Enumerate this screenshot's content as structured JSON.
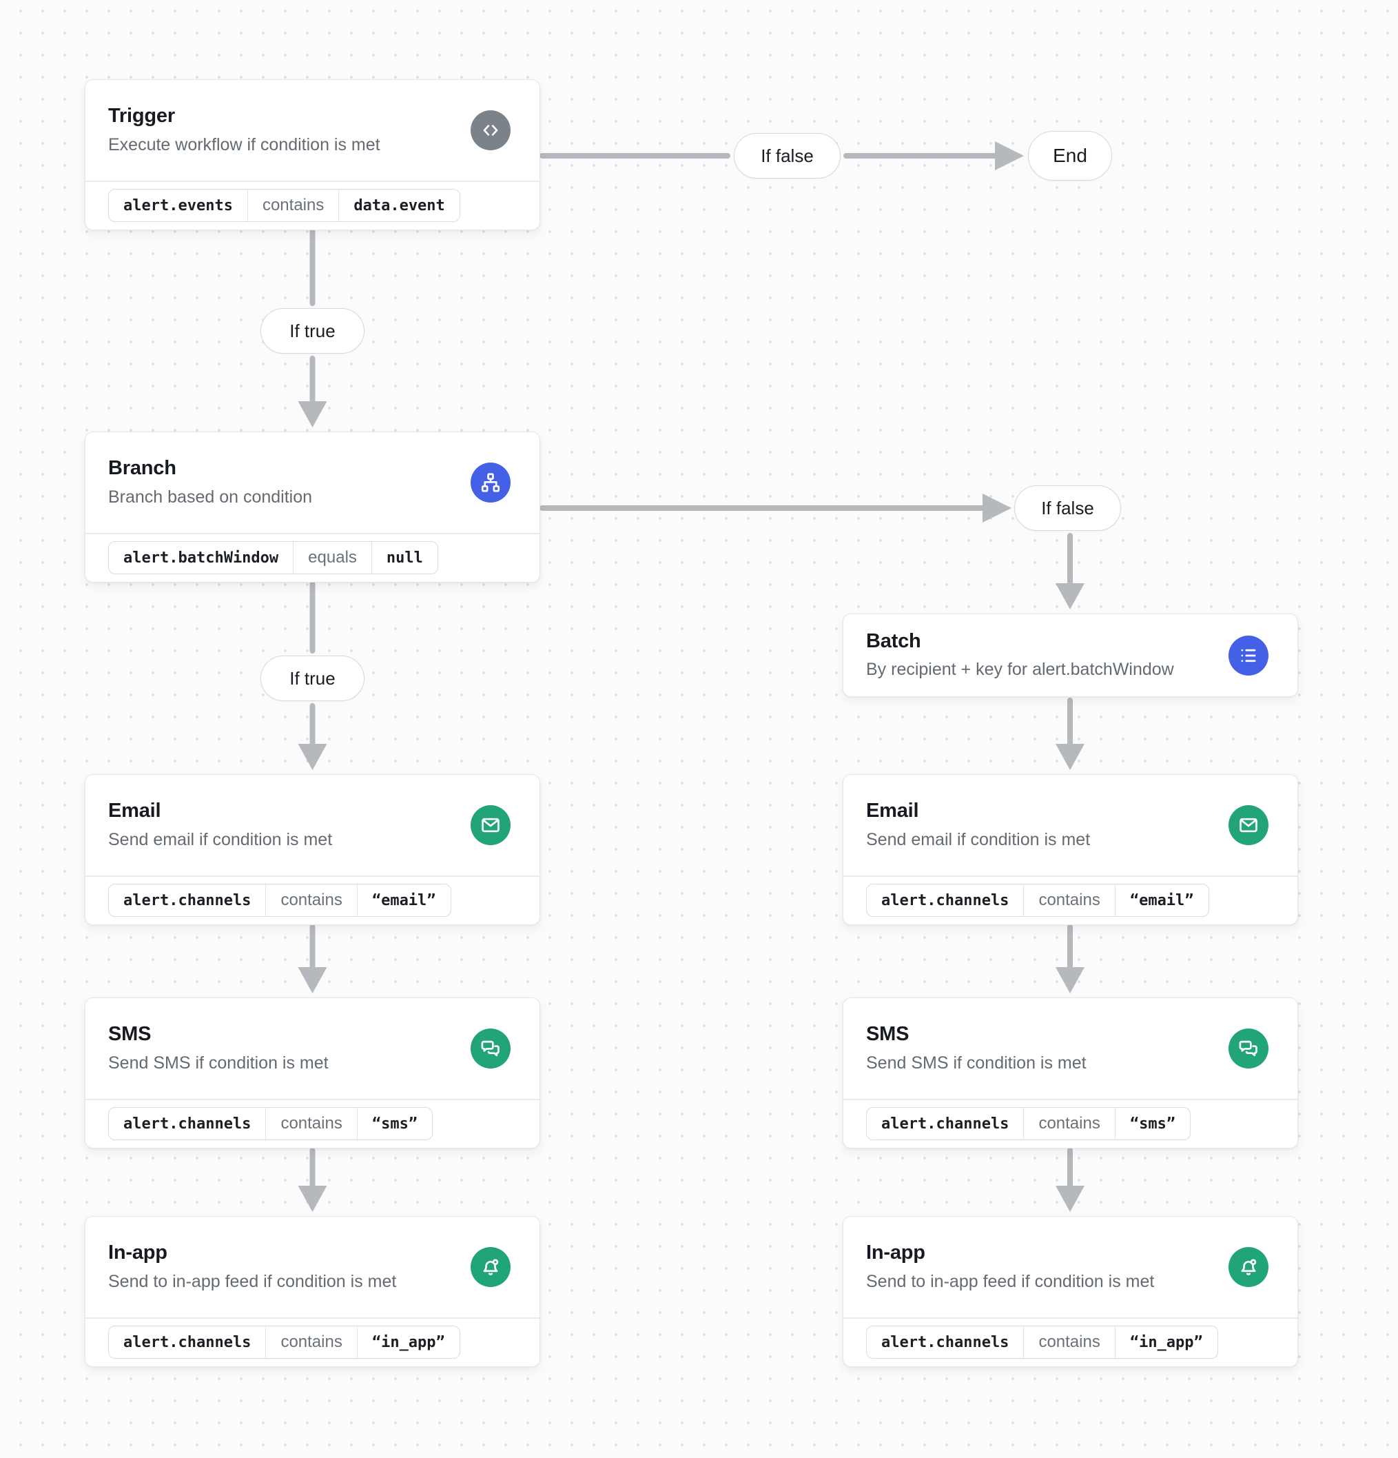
{
  "labels": {
    "if_true": "If true",
    "if_false": "If false",
    "end": "End"
  },
  "colors": {
    "accent_blue": "#4360e6",
    "accent_green": "#20a478",
    "accent_gray": "#7b8289",
    "arrow_gray": "#b5b8bd"
  },
  "nodes": {
    "trigger": {
      "title": "Trigger",
      "subtitle": "Execute workflow if condition is met",
      "icon": "code-icon",
      "condition": {
        "field": "alert.events",
        "operator": "contains",
        "value": "data.event"
      }
    },
    "branch": {
      "title": "Branch",
      "subtitle": "Branch based on condition",
      "icon": "branch-icon",
      "condition": {
        "field": "alert.batchWindow",
        "operator": "equals",
        "value": "null"
      }
    },
    "batch": {
      "title": "Batch",
      "subtitle": "By recipient + key for alert.batchWindow",
      "icon": "list-icon"
    },
    "email_left": {
      "title": "Email",
      "subtitle": "Send email if condition is met",
      "icon": "email-icon",
      "condition": {
        "field": "alert.channels",
        "operator": "contains",
        "value": "“email”"
      }
    },
    "sms_left": {
      "title": "SMS",
      "subtitle": "Send SMS if condition is met",
      "icon": "sms-icon",
      "condition": {
        "field": "alert.channels",
        "operator": "contains",
        "value": "“sms”"
      }
    },
    "inapp_left": {
      "title": "In-app",
      "subtitle": "Send to in-app feed if condition is met",
      "icon": "bell-icon",
      "condition": {
        "field": "alert.channels",
        "operator": "contains",
        "value": "“in_app”"
      }
    },
    "email_right": {
      "title": "Email",
      "subtitle": "Send email if condition is met",
      "icon": "email-icon",
      "condition": {
        "field": "alert.channels",
        "operator": "contains",
        "value": "“email”"
      }
    },
    "sms_right": {
      "title": "SMS",
      "subtitle": "Send SMS if condition is met",
      "icon": "sms-icon",
      "condition": {
        "field": "alert.channels",
        "operator": "contains",
        "value": "“sms”"
      }
    },
    "inapp_right": {
      "title": "In-app",
      "subtitle": "Send to in-app feed if condition is met",
      "icon": "bell-icon",
      "condition": {
        "field": "alert.channels",
        "operator": "contains",
        "value": "“in_app”"
      }
    }
  }
}
